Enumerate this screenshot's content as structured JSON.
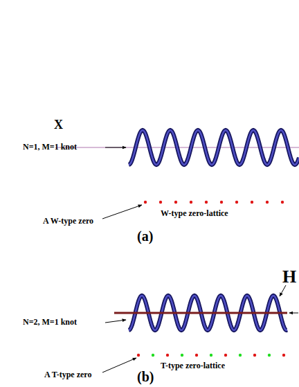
{
  "diagram": {
    "labels": [
      "X",
      "N=1, M=1 knot",
      "A W-type zero",
      "W-type zero-lattice",
      "(a)",
      "H",
      "N=2, M=1 knot",
      "A T-type zero",
      "T-type zero-lattice",
      "(b)"
    ]
  }
}
